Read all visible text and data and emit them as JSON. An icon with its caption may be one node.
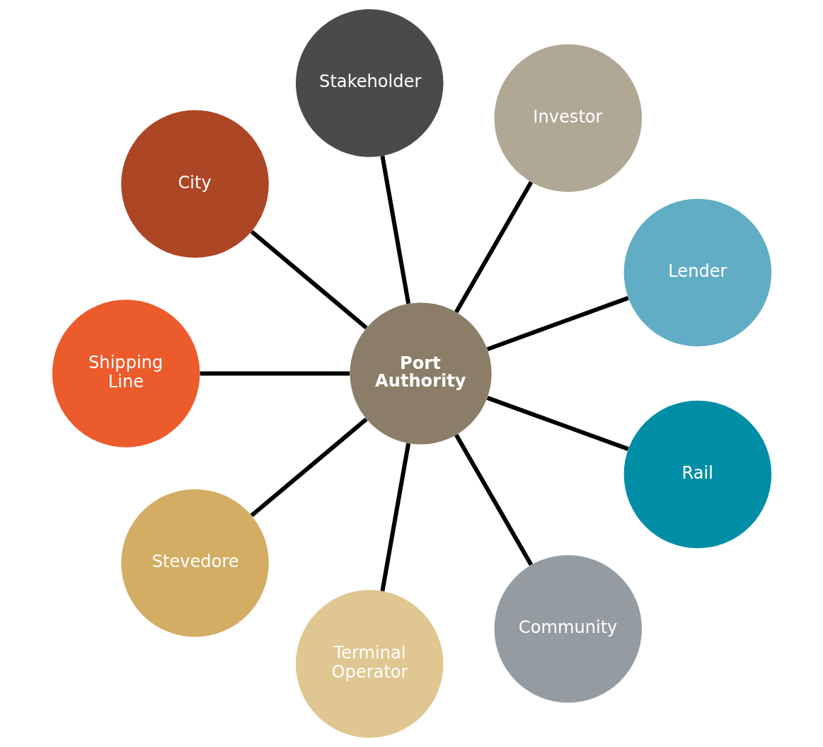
{
  "diagram": {
    "nodes": [
      {
        "text": [
          "Port Authority"
        ]
      },
      {
        "text": [
          "Lender"
        ]
      },
      {
        "text": [
          "Investor"
        ]
      },
      {
        "text": [
          "Stakeholder"
        ]
      },
      {
        "text": [
          "City"
        ]
      },
      {
        "text": [
          "Shipping Line"
        ]
      },
      {
        "text": [
          "Stevedore"
        ]
      },
      {
        "text": [
          "Terminal Operator"
        ]
      },
      {
        "text": [
          "Community"
        ]
      },
      {
        "text": [
          "Rail"
        ]
      }
    ],
    "edges": [
      {
        "from": 0,
        "to": 1,
        "arrow": "none"
      },
      {
        "from": 0,
        "to": 2,
        "arrow": "none"
      },
      {
        "from": 0,
        "to": 3,
        "arrow": "none"
      },
      {
        "from": 0,
        "to": 4,
        "arrow": "none"
      },
      {
        "from": 0,
        "to": 5,
        "arrow": "none"
      },
      {
        "from": 0,
        "to": 6,
        "arrow": "none"
      },
      {
        "from": 0,
        "to": 7,
        "arrow": "none"
      },
      {
        "from": 0,
        "to": 8,
        "arrow": "none"
      },
      {
        "from": 0,
        "to": 9,
        "arrow": "none"
      }
    ]
  }
}
